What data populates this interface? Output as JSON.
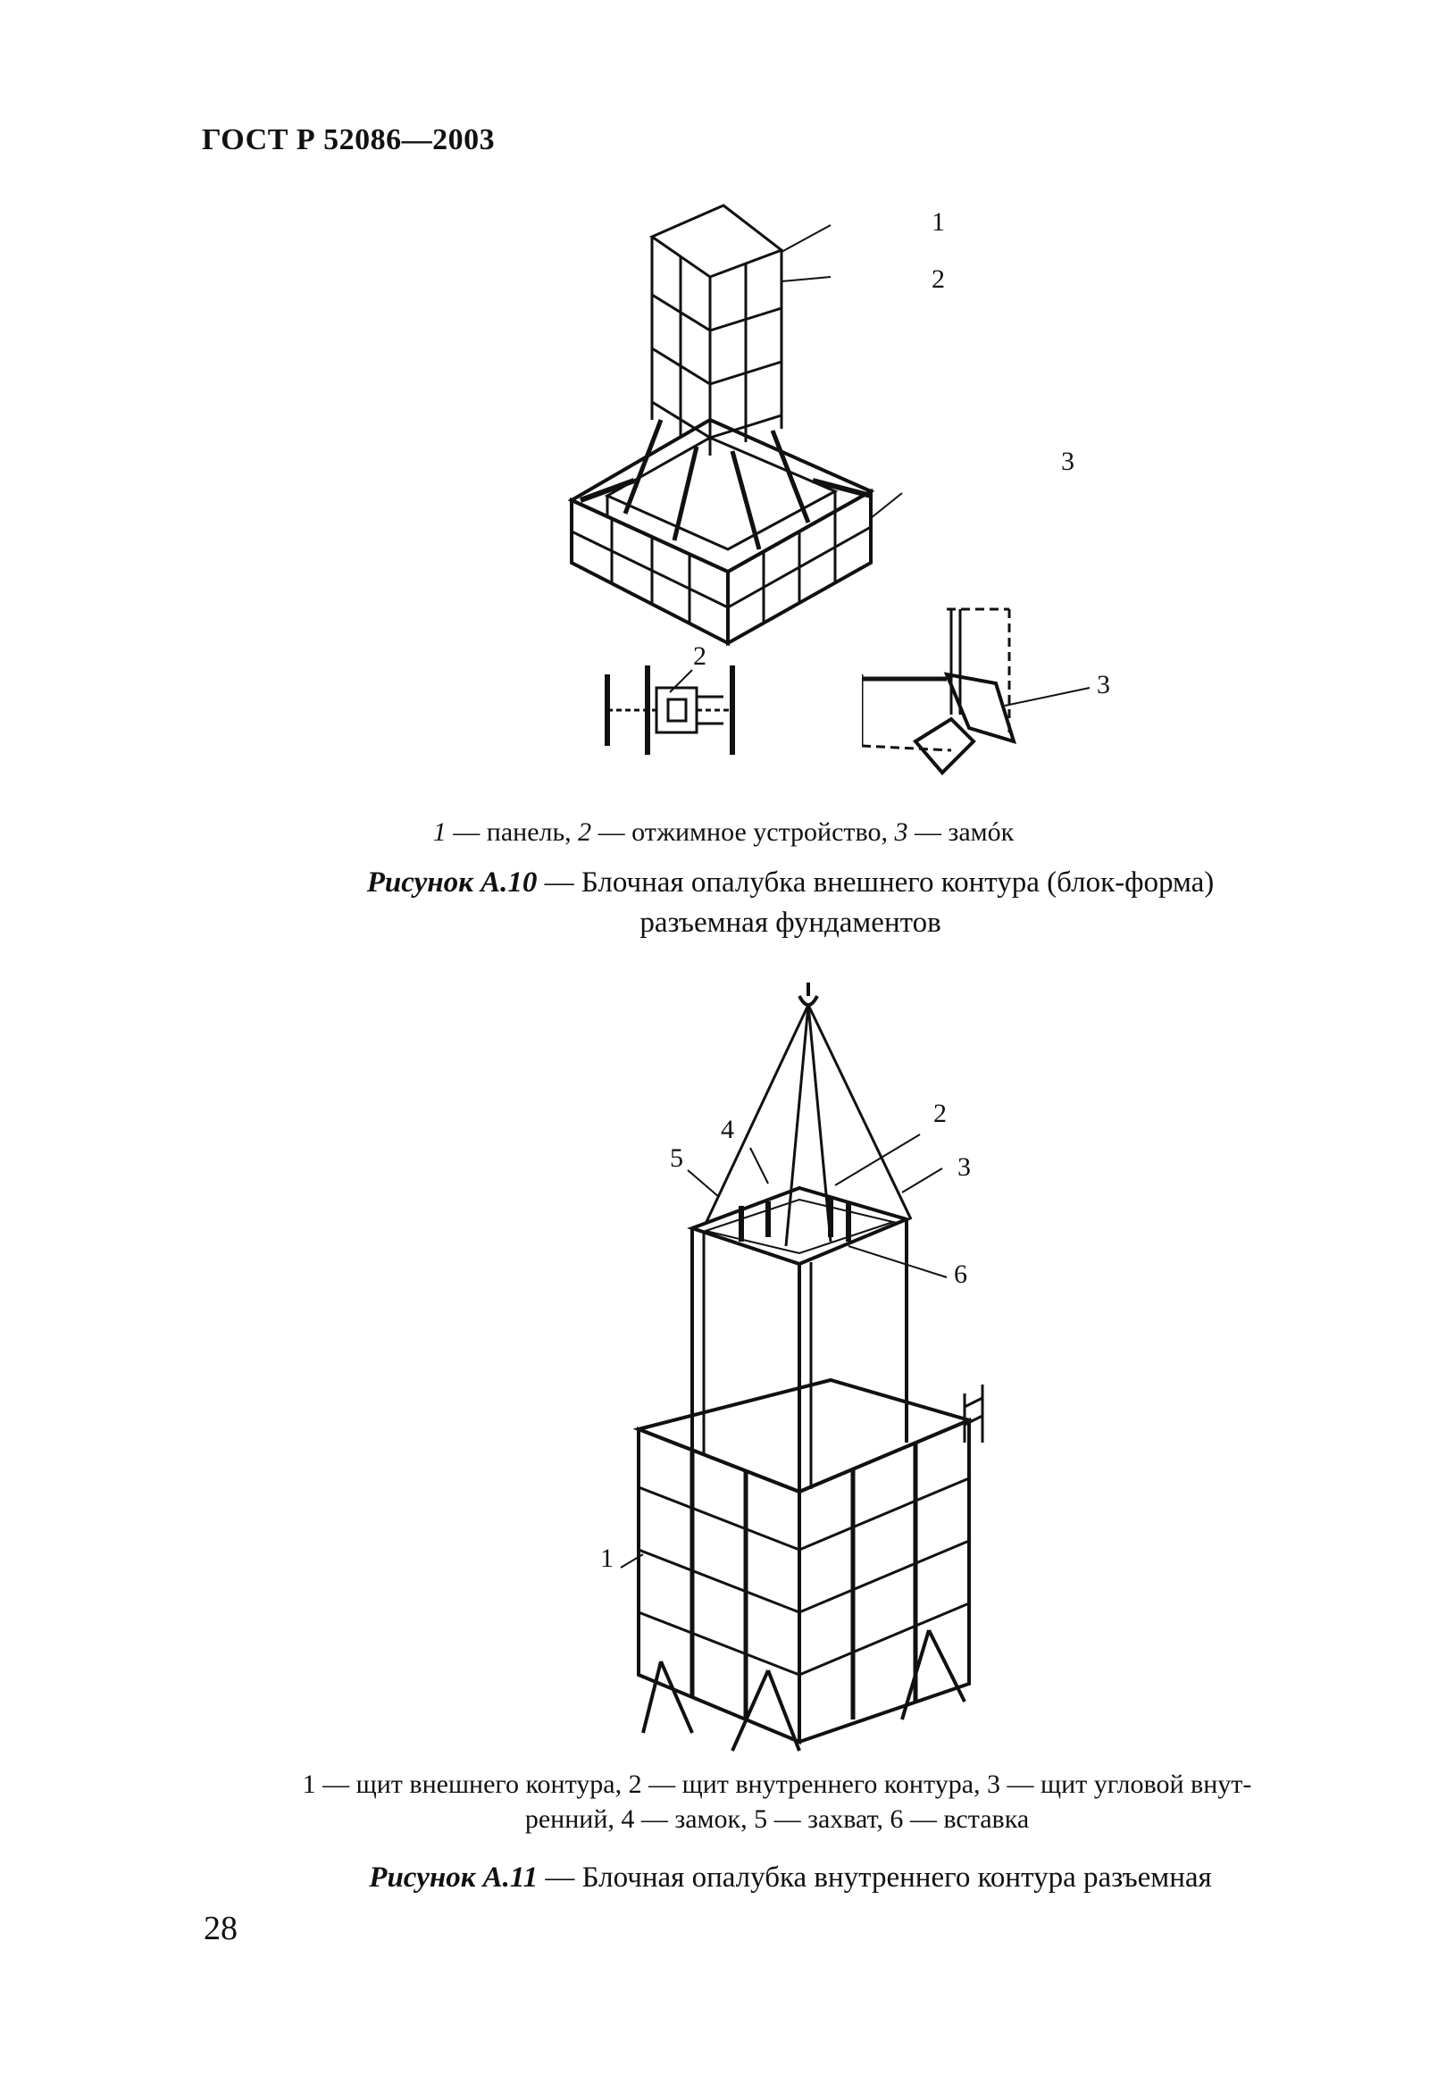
{
  "header": "ГОСТ Р 52086—2003",
  "figure_a10": {
    "callouts": {
      "c1": "1",
      "c2": "2",
      "c3": "3",
      "detail2": "2",
      "detail3": "3"
    },
    "legend": {
      "n1": "1",
      "t1": " — панель, ",
      "n2": "2",
      "t2": " — отжимное устройство, ",
      "n3": "3",
      "t3": " — замóк"
    },
    "caption": {
      "number": "Рисунок А.10",
      "line1": " — Блочная опалубка внешнего контура (блок-форма)",
      "line2": "разъемная фундаментов"
    }
  },
  "figure_a11": {
    "callouts": {
      "c1": "1",
      "c2": "2",
      "c3": "3",
      "c4": "4",
      "c5": "5",
      "c6": "6"
    },
    "legend": {
      "line1": "1 — щит внешнего контура, 2 — щит внутреннего контура, 3 — щит угловой внут-",
      "line2": "ренний, 4 — замок, 5 — захват, 6 — вставка"
    },
    "caption": {
      "number": "Рисунок А.11",
      "line1": " — Блочная опалубка внутреннего контура разъемная"
    }
  },
  "page_number": "28"
}
